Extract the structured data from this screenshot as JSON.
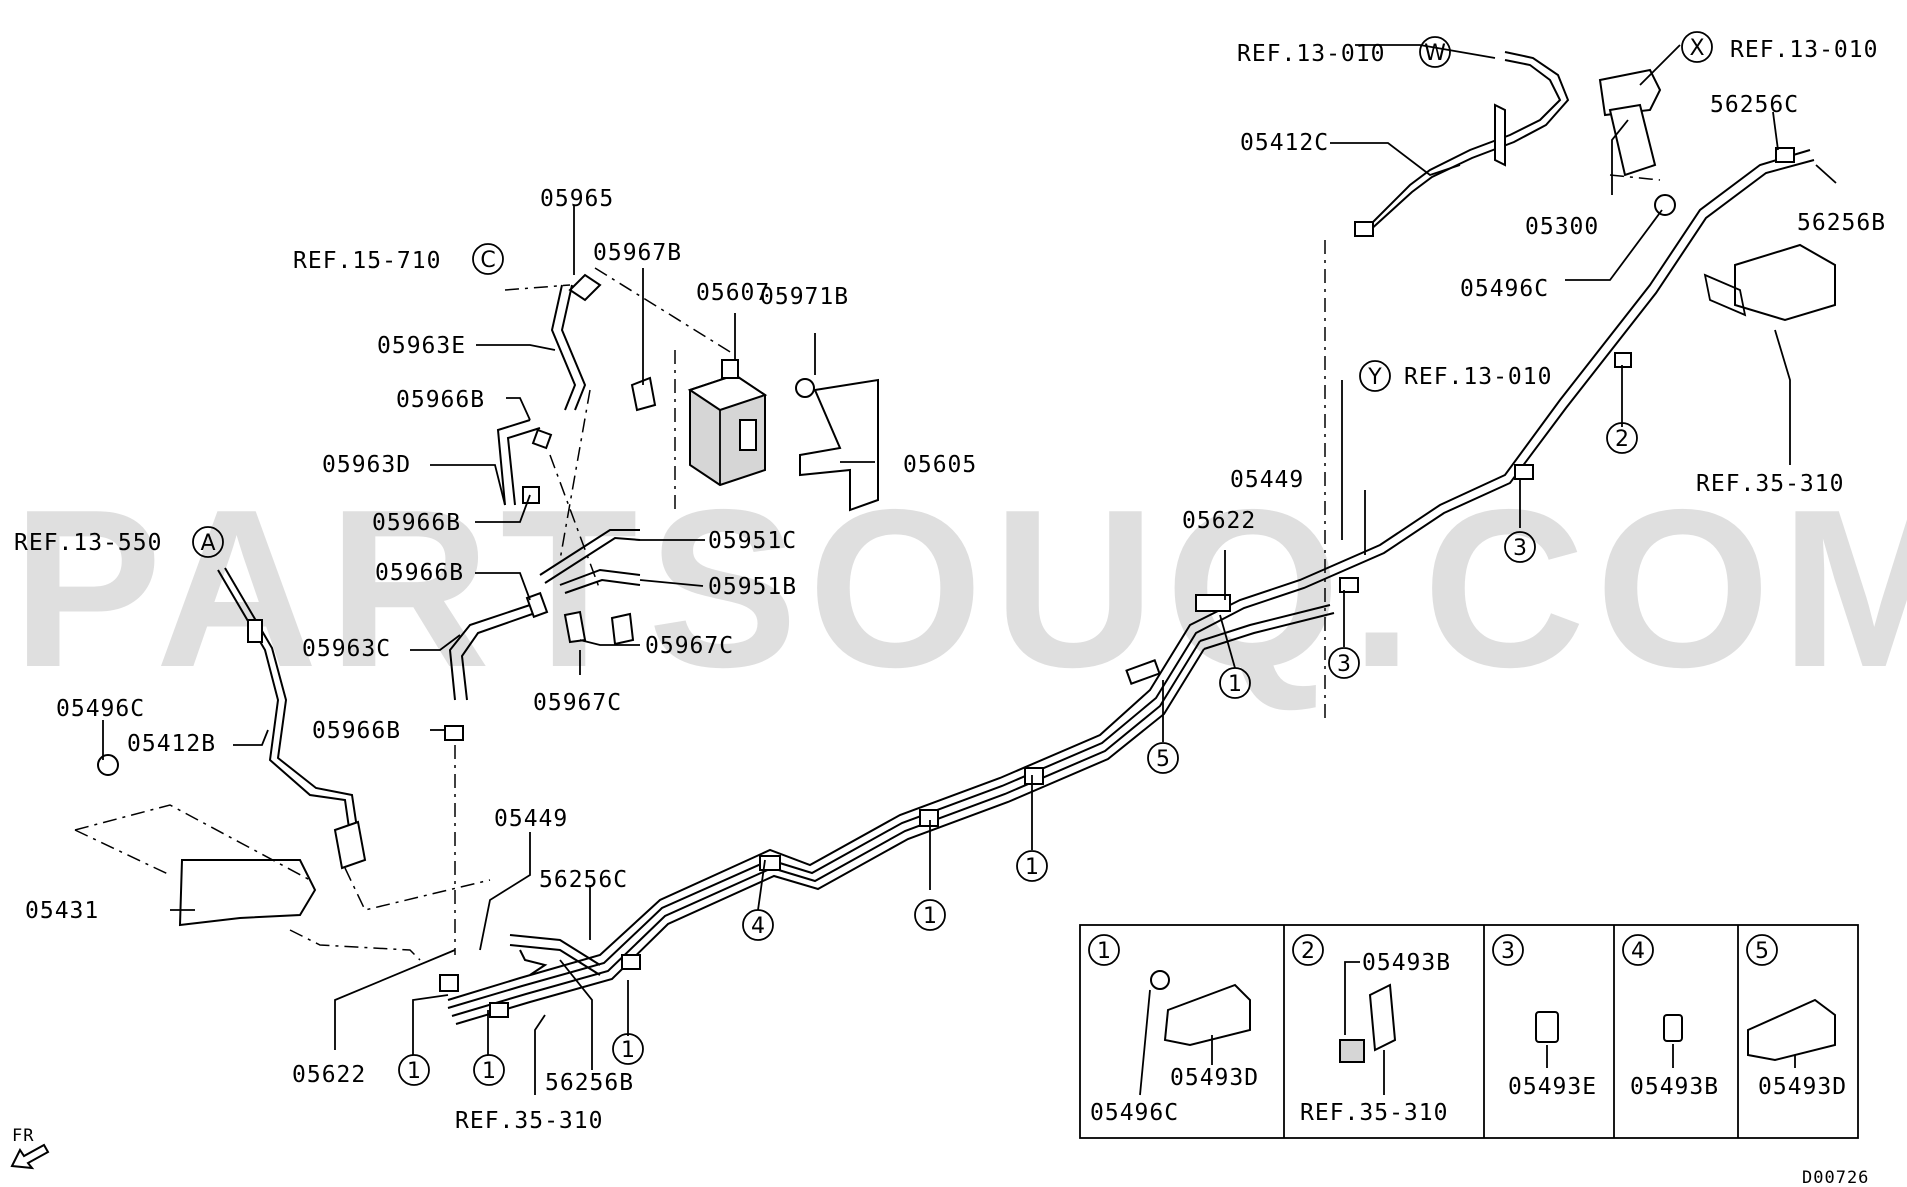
{
  "watermark": "PARTSOUQ.COM",
  "diagram_code": "D00726",
  "direction_label": "FR",
  "labels": {
    "p05965": "05965",
    "p05967b": "05967B",
    "p05607": "05607",
    "p05971b": "05971B",
    "ref15710": "REF.15-710",
    "circle_c": "C",
    "p05963e": "05963E",
    "p05966b_1": "05966B",
    "p05963d": "05963D",
    "p05605": "05605",
    "p05966b_2": "05966B",
    "p05951c": "05951C",
    "ref13550": "REF.13-550",
    "circle_a": "A",
    "p05966b_3": "05966B",
    "p05951b": "05951B",
    "p05963c": "05963C",
    "p05967c_1": "05967C",
    "p05967c_2": "05967C",
    "p05496c_1": "05496C",
    "p05412b": "05412B",
    "p05966b_4": "05966B",
    "p05449_1": "05449",
    "p05431": "05431",
    "p56256c_1": "56256C",
    "p05622_1": "05622",
    "p56256b_1": "56256B",
    "ref35310_1": "REF.35-310",
    "ref13010_w": "REF.13-010",
    "circle_w": "W",
    "ref13010_x": "REF.13-010",
    "circle_x": "X",
    "p05412c": "05412C",
    "p56256c_2": "56256C",
    "p56256b_2": "56256B",
    "p05300": "05300",
    "p05496c_2": "05496C",
    "ref13010_y": "REF.13-010",
    "circle_y": "Y",
    "p05449_2": "05449",
    "p05622_2": "05622",
    "ref35310_2": "REF.35-310"
  },
  "clip_callouts": [
    "1",
    "1",
    "1",
    "1",
    "1",
    "1",
    "2",
    "3",
    "3",
    "4",
    "5"
  ],
  "legend": {
    "cells": [
      {
        "num": "1",
        "parts": [
          "05496C",
          "05493D"
        ]
      },
      {
        "num": "2",
        "parts": [
          "05493B",
          "REF.35-310"
        ]
      },
      {
        "num": "3",
        "parts": [
          "05493E"
        ]
      },
      {
        "num": "4",
        "parts": [
          "05493B"
        ]
      },
      {
        "num": "5",
        "parts": [
          "05493D"
        ]
      }
    ]
  },
  "colors": {
    "line": "#000000",
    "background": "#ffffff",
    "watermark": "#9e9e9e"
  }
}
